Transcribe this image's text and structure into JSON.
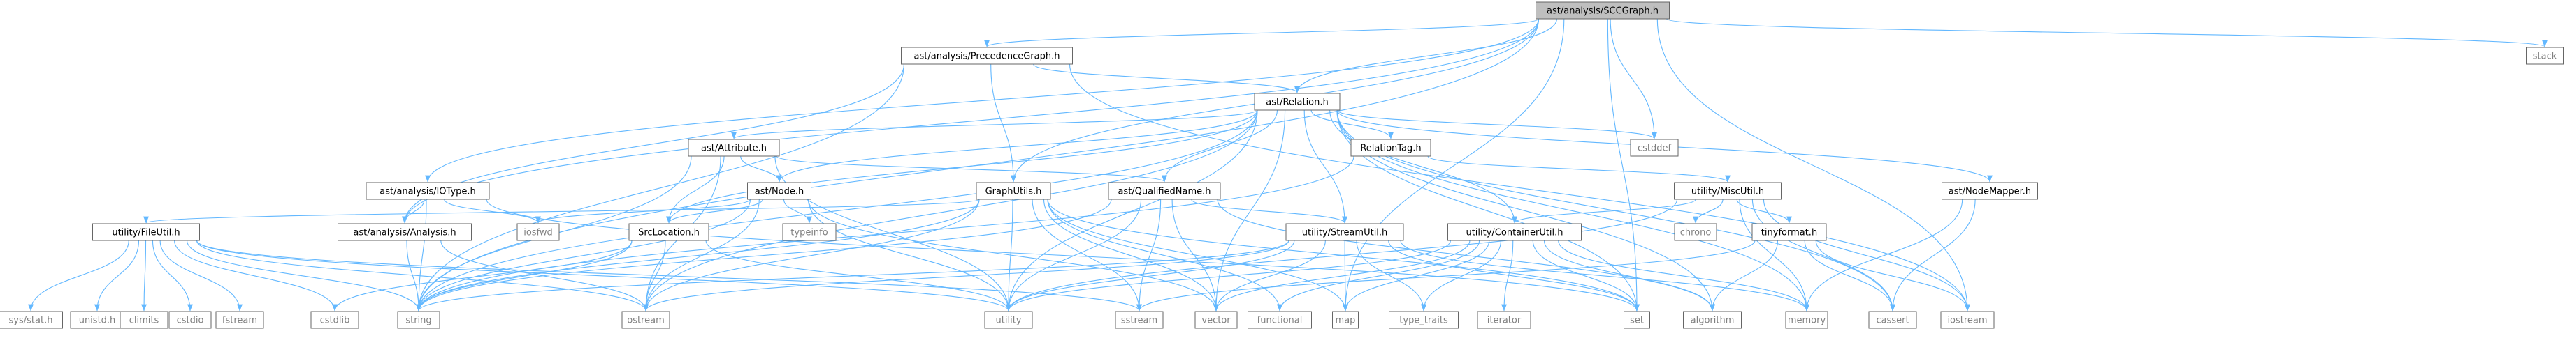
{
  "colors": {
    "root_fill": "#bfbfbf",
    "node_fill": "#ffffff",
    "external_text": "#808080",
    "internal_text": "#000000",
    "edge": "#63b8ff"
  },
  "nodes": [
    {
      "id": "SCCGraph",
      "label": "ast/analysis/SCCGraph.h",
      "kind": "root"
    },
    {
      "id": "PrecedenceGraph",
      "label": "ast/analysis/PrecedenceGraph.h",
      "kind": "internal"
    },
    {
      "id": "Relation",
      "label": "ast/Relation.h",
      "kind": "internal"
    },
    {
      "id": "Attribute",
      "label": "ast/Attribute.h",
      "kind": "internal"
    },
    {
      "id": "RelationTag",
      "label": "RelationTag.h",
      "kind": "internal"
    },
    {
      "id": "IOType",
      "label": "ast/analysis/IOType.h",
      "kind": "internal"
    },
    {
      "id": "Node",
      "label": "ast/Node.h",
      "kind": "internal"
    },
    {
      "id": "QualifiedName",
      "label": "ast/QualifiedName.h",
      "kind": "internal"
    },
    {
      "id": "GraphUtils",
      "label": "GraphUtils.h",
      "kind": "internal"
    },
    {
      "id": "MiscUtil",
      "label": "utility/MiscUtil.h",
      "kind": "internal"
    },
    {
      "id": "NodeMapper",
      "label": "ast/NodeMapper.h",
      "kind": "internal"
    },
    {
      "id": "FileUtil",
      "label": "utility/FileUtil.h",
      "kind": "internal"
    },
    {
      "id": "Analysis",
      "label": "ast/analysis/Analysis.h",
      "kind": "internal"
    },
    {
      "id": "SrcLocation",
      "label": "SrcLocation.h",
      "kind": "internal"
    },
    {
      "id": "StreamUtil",
      "label": "utility/StreamUtil.h",
      "kind": "internal"
    },
    {
      "id": "ContainerUtil",
      "label": "utility/ContainerUtil.h",
      "kind": "internal"
    },
    {
      "id": "tinyformat",
      "label": "tinyformat.h",
      "kind": "internal"
    },
    {
      "id": "stack",
      "label": "stack",
      "kind": "external"
    },
    {
      "id": "cstddef",
      "label": "cstddef",
      "kind": "external"
    },
    {
      "id": "iosfwd",
      "label": "iosfwd",
      "kind": "external"
    },
    {
      "id": "typeinfo",
      "label": "typeinfo",
      "kind": "external"
    },
    {
      "id": "chrono",
      "label": "chrono",
      "kind": "external"
    },
    {
      "id": "sysstat",
      "label": "sys/stat.h",
      "kind": "external"
    },
    {
      "id": "unistd",
      "label": "unistd.h",
      "kind": "external"
    },
    {
      "id": "climits",
      "label": "climits",
      "kind": "external"
    },
    {
      "id": "cstdio",
      "label": "cstdio",
      "kind": "external"
    },
    {
      "id": "fstream",
      "label": "fstream",
      "kind": "external"
    },
    {
      "id": "cstdlib",
      "label": "cstdlib",
      "kind": "external"
    },
    {
      "id": "string",
      "label": "string",
      "kind": "external"
    },
    {
      "id": "ostream",
      "label": "ostream",
      "kind": "external"
    },
    {
      "id": "utility",
      "label": "utility",
      "kind": "external"
    },
    {
      "id": "sstream",
      "label": "sstream",
      "kind": "external"
    },
    {
      "id": "vector",
      "label": "vector",
      "kind": "external"
    },
    {
      "id": "functional",
      "label": "functional",
      "kind": "external"
    },
    {
      "id": "map",
      "label": "map",
      "kind": "external"
    },
    {
      "id": "type_traits",
      "label": "type_traits",
      "kind": "external"
    },
    {
      "id": "iterator",
      "label": "iterator",
      "kind": "external"
    },
    {
      "id": "set",
      "label": "set",
      "kind": "external"
    },
    {
      "id": "algorithm",
      "label": "algorithm",
      "kind": "external"
    },
    {
      "id": "memory",
      "label": "memory",
      "kind": "external"
    },
    {
      "id": "cassert",
      "label": "cassert",
      "kind": "external"
    },
    {
      "id": "iostream",
      "label": "iostream",
      "kind": "external"
    }
  ],
  "edges": [
    [
      "SCCGraph",
      "PrecedenceGraph"
    ],
    [
      "SCCGraph",
      "Relation"
    ],
    [
      "SCCGraph",
      "stack"
    ],
    [
      "SCCGraph",
      "cstddef"
    ],
    [
      "SCCGraph",
      "iostream"
    ],
    [
      "SCCGraph",
      "string"
    ],
    [
      "SCCGraph",
      "set"
    ],
    [
      "SCCGraph",
      "IOType"
    ],
    [
      "SCCGraph",
      "GraphUtils"
    ],
    [
      "SCCGraph",
      "Analysis"
    ],
    [
      "SCCGraph",
      "map"
    ],
    [
      "PrecedenceGraph",
      "Relation"
    ],
    [
      "PrecedenceGraph",
      "GraphUtils"
    ],
    [
      "PrecedenceGraph",
      "Analysis"
    ],
    [
      "PrecedenceGraph",
      "string"
    ],
    [
      "PrecedenceGraph",
      "iostream"
    ],
    [
      "Relation",
      "Attribute"
    ],
    [
      "Relation",
      "RelationTag"
    ],
    [
      "Relation",
      "Node"
    ],
    [
      "Relation",
      "QualifiedName"
    ],
    [
      "Relation",
      "SrcLocation"
    ],
    [
      "Relation",
      "StreamUtil"
    ],
    [
      "Relation",
      "ContainerUtil"
    ],
    [
      "Relation",
      "NodeMapper"
    ],
    [
      "Relation",
      "cstddef"
    ],
    [
      "Relation",
      "string"
    ],
    [
      "Relation",
      "vector"
    ],
    [
      "Relation",
      "memory"
    ],
    [
      "Relation",
      "set"
    ],
    [
      "Relation",
      "ostream"
    ],
    [
      "Relation",
      "utility"
    ],
    [
      "Relation",
      "algorithm"
    ],
    [
      "Relation",
      "cassert"
    ],
    [
      "Attribute",
      "Node"
    ],
    [
      "Attribute",
      "QualifiedName"
    ],
    [
      "Attribute",
      "SrcLocation"
    ],
    [
      "Attribute",
      "string"
    ],
    [
      "Attribute",
      "ostream"
    ],
    [
      "Attribute",
      "utility"
    ],
    [
      "RelationTag",
      "MiscUtil"
    ],
    [
      "RelationTag",
      "string"
    ],
    [
      "IOType",
      "Analysis"
    ],
    [
      "IOType",
      "string"
    ],
    [
      "IOType",
      "iosfwd"
    ],
    [
      "IOType",
      "set"
    ],
    [
      "Node",
      "SrcLocation"
    ],
    [
      "Node",
      "iosfwd"
    ],
    [
      "Node",
      "typeinfo"
    ],
    [
      "Node",
      "string"
    ],
    [
      "Node",
      "vector"
    ],
    [
      "Node",
      "utility"
    ],
    [
      "Node",
      "ostream"
    ],
    [
      "QualifiedName",
      "StreamUtil"
    ],
    [
      "QualifiedName",
      "string"
    ],
    [
      "QualifiedName",
      "vector"
    ],
    [
      "QualifiedName",
      "sstream"
    ],
    [
      "QualifiedName",
      "utility"
    ],
    [
      "QualifiedName",
      "algorithm"
    ],
    [
      "GraphUtils",
      "FileUtil"
    ],
    [
      "GraphUtils",
      "string"
    ],
    [
      "GraphUtils",
      "vector"
    ],
    [
      "GraphUtils",
      "map"
    ],
    [
      "GraphUtils",
      "set"
    ],
    [
      "GraphUtils",
      "ostream"
    ],
    [
      "GraphUtils",
      "utility"
    ],
    [
      "GraphUtils",
      "functional"
    ],
    [
      "GraphUtils",
      "sstream"
    ],
    [
      "MiscUtil",
      "ContainerUtil"
    ],
    [
      "MiscUtil",
      "tinyformat"
    ],
    [
      "MiscUtil",
      "chrono"
    ],
    [
      "MiscUtil",
      "memory"
    ],
    [
      "MiscUtil",
      "cassert"
    ],
    [
      "MiscUtil",
      "iostream"
    ],
    [
      "MiscUtil",
      "utility"
    ],
    [
      "NodeMapper",
      "cassert"
    ],
    [
      "NodeMapper",
      "memory"
    ],
    [
      "FileUtil",
      "sysstat"
    ],
    [
      "FileUtil",
      "unistd"
    ],
    [
      "FileUtil",
      "climits"
    ],
    [
      "FileUtil",
      "cstdio"
    ],
    [
      "FileUtil",
      "fstream"
    ],
    [
      "FileUtil",
      "cstdlib"
    ],
    [
      "FileUtil",
      "string"
    ],
    [
      "FileUtil",
      "ostream"
    ],
    [
      "FileUtil",
      "utility"
    ],
    [
      "FileUtil",
      "sstream"
    ],
    [
      "Analysis",
      "string"
    ],
    [
      "Analysis",
      "ostream"
    ],
    [
      "SrcLocation",
      "string"
    ],
    [
      "SrcLocation",
      "ostream"
    ],
    [
      "SrcLocation",
      "utility"
    ],
    [
      "SrcLocation",
      "cstdlib"
    ],
    [
      "StreamUtil",
      "string"
    ],
    [
      "StreamUtil",
      "ostream"
    ],
    [
      "StreamUtil",
      "map"
    ],
    [
      "StreamUtil",
      "vector"
    ],
    [
      "StreamUtil",
      "set"
    ],
    [
      "StreamUtil",
      "type_traits"
    ],
    [
      "StreamUtil",
      "utility"
    ],
    [
      "StreamUtil",
      "memory"
    ],
    [
      "ContainerUtil",
      "functional"
    ],
    [
      "ContainerUtil",
      "iterator"
    ],
    [
      "ContainerUtil",
      "map"
    ],
    [
      "ContainerUtil",
      "memory"
    ],
    [
      "ContainerUtil",
      "set"
    ],
    [
      "ContainerUtil",
      "type_traits"
    ],
    [
      "ContainerUtil",
      "vector"
    ],
    [
      "ContainerUtil",
      "utility"
    ],
    [
      "ContainerUtil",
      "algorithm"
    ],
    [
      "tinyformat",
      "cassert"
    ],
    [
      "tinyformat",
      "iostream"
    ],
    [
      "tinyformat",
      "sstream"
    ],
    [
      "tinyformat",
      "algorithm"
    ]
  ]
}
